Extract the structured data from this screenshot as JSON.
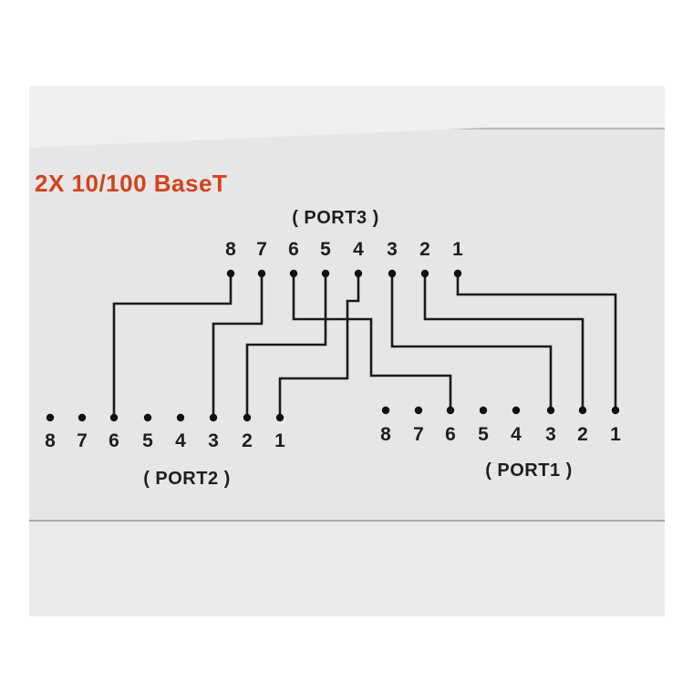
{
  "title": "2X 10/100 BaseT",
  "ports": {
    "port3": {
      "label": "( PORT3 )",
      "pins": [
        "8",
        "7",
        "6",
        "5",
        "4",
        "3",
        "2",
        "1"
      ]
    },
    "port2": {
      "label": "( PORT2 )",
      "pins": [
        "8",
        "7",
        "6",
        "5",
        "4",
        "3",
        "2",
        "1"
      ]
    },
    "port1": {
      "label": "( PORT1 )",
      "pins": [
        "8",
        "7",
        "6",
        "5",
        "4",
        "3",
        "2",
        "1"
      ]
    }
  },
  "connections": [
    {
      "from_port": "port3",
      "from_pin": "8",
      "to_port": "port2",
      "to_pin": "6"
    },
    {
      "from_port": "port3",
      "from_pin": "7",
      "to_port": "port2",
      "to_pin": "3"
    },
    {
      "from_port": "port3",
      "from_pin": "6",
      "to_port": "port1",
      "to_pin": "6"
    },
    {
      "from_port": "port3",
      "from_pin": "5",
      "to_port": "port2",
      "to_pin": "2"
    },
    {
      "from_port": "port3",
      "from_pin": "4",
      "to_port": "port2",
      "to_pin": "1"
    },
    {
      "from_port": "port3",
      "from_pin": "3",
      "to_port": "port1",
      "to_pin": "3"
    },
    {
      "from_port": "port3",
      "from_pin": "2",
      "to_port": "port1",
      "to_pin": "2"
    },
    {
      "from_port": "port3",
      "from_pin": "1",
      "to_port": "port1",
      "to_pin": "1"
    }
  ],
  "colors": {
    "title": "#d2421c",
    "wire": "#1a1a1a"
  }
}
